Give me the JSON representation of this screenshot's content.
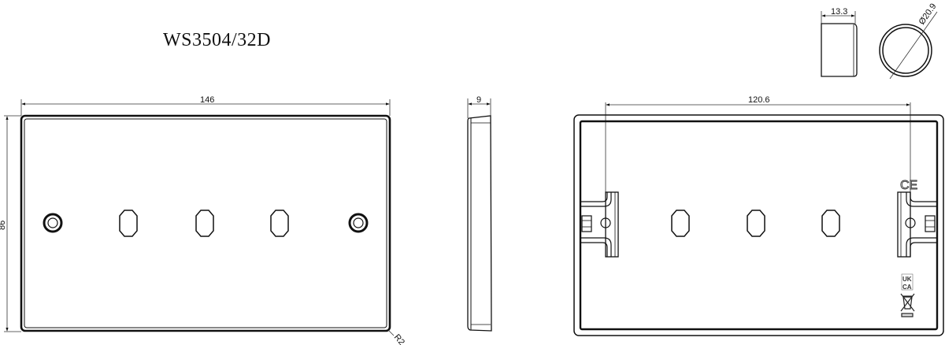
{
  "title": "WS3504/32D",
  "front_view": {
    "width_dim": "146",
    "height_dim": "86",
    "corner_radius": "R2",
    "screw_holes": 2,
    "dimmer_cutouts": 3
  },
  "side_view": {
    "depth_dim": "9"
  },
  "back_view": {
    "fixing_centres_dim": "120.6",
    "marks": [
      "CE",
      "UKCA",
      "WEEE bin"
    ],
    "mark_ce": "CE",
    "mark_ukca": "UK CA",
    "dimmer_cutouts": 3
  },
  "knob": {
    "height_dim": "13.3",
    "diameter_dim": "Ø20.9"
  },
  "colors": {
    "line": "#111111",
    "background": "#ffffff"
  }
}
